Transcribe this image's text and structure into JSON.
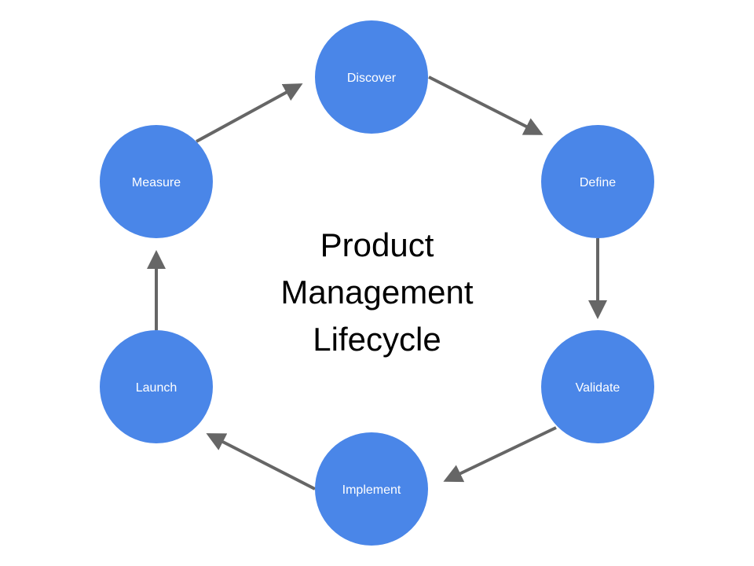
{
  "diagram": {
    "title_lines": [
      "Product",
      "Management",
      "Lifecycle"
    ],
    "nodes": [
      "Discover",
      "Define",
      "Validate",
      "Implement",
      "Launch",
      "Measure"
    ],
    "edges": [
      [
        "Discover",
        "Define"
      ],
      [
        "Define",
        "Validate"
      ],
      [
        "Validate",
        "Implement"
      ],
      [
        "Implement",
        "Launch"
      ],
      [
        "Launch",
        "Measure"
      ],
      [
        "Measure",
        "Discover"
      ]
    ],
    "colors": {
      "node_fill": "#4a86e8",
      "node_text": "#ffffff",
      "arrow": "#666666",
      "title_text": "#000000"
    }
  }
}
